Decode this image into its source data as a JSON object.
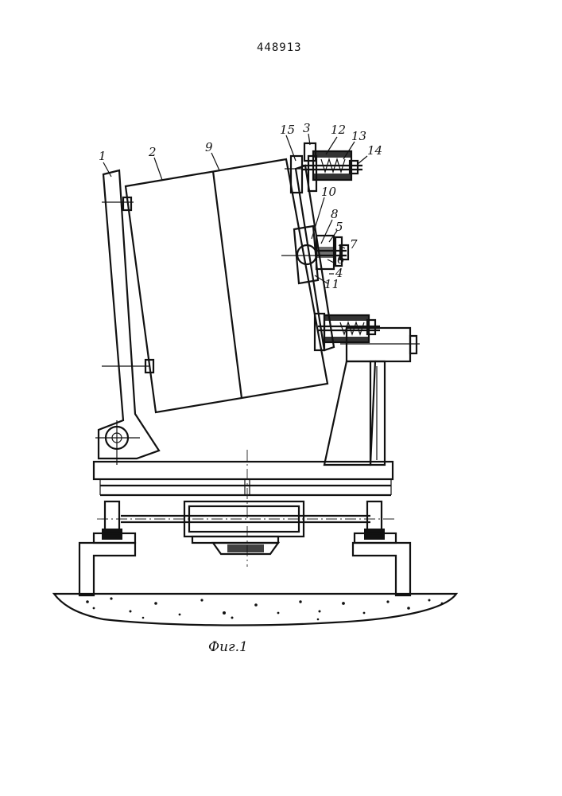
{
  "patent_number": "448913",
  "caption": "Фиг.1",
  "labels": {
    "l1": "1",
    "l2": "2",
    "l3": "3",
    "l4": "4",
    "l5": "5",
    "l6": "6",
    "l7": "7",
    "l8": "8",
    "l9": "9",
    "l10": "10",
    "l11": "11",
    "l12": "12",
    "l13": "13",
    "l14": "14",
    "l15": "15"
  }
}
